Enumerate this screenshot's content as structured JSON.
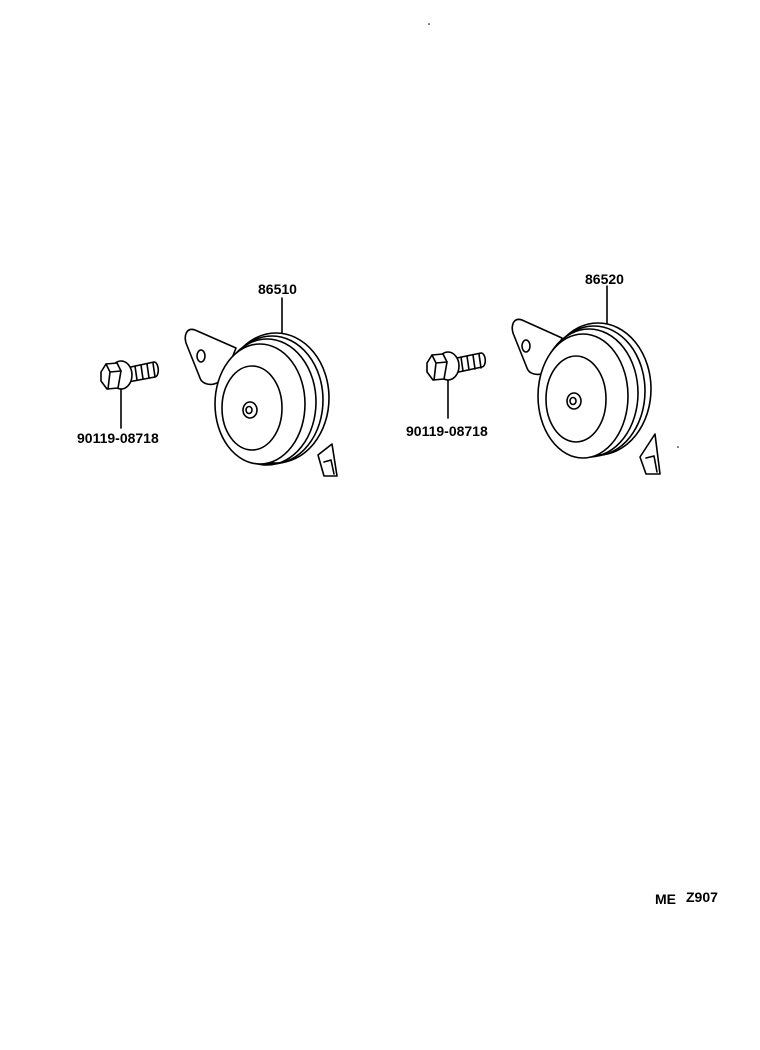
{
  "parts": {
    "horn_left": {
      "part_number": "86510"
    },
    "horn_right": {
      "part_number": "86520"
    },
    "bolt_left": {
      "part_number": "90119-08718"
    },
    "bolt_right": {
      "part_number": "90119-08718"
    }
  },
  "figure_code": {
    "prefix": "ME",
    "code": "Z907"
  }
}
